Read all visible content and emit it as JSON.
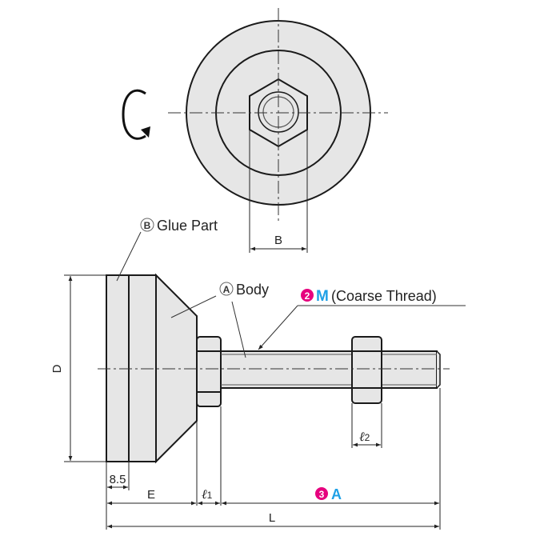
{
  "diagram": {
    "type": "mechanical-drawing",
    "subject": "Leveling mount (adjuster foot)",
    "top_view": {
      "rotation_icon": "rotation-arrow-icon",
      "dimension_B": "B"
    },
    "side_view": {
      "annotations": {
        "glue_part": {
          "marker": "B",
          "text": "Glue Part"
        },
        "body": {
          "marker": "A",
          "text": "Body"
        },
        "thread": {
          "marker": "2",
          "symbol": "M",
          "text": "(Coarse Thread)"
        }
      },
      "dimensions": {
        "D": "D",
        "glue_thickness": "8.5",
        "E": "E",
        "l1_symbol": "ℓ",
        "l1_sub": "1",
        "l2_symbol": "ℓ",
        "l2_sub": "2",
        "A_marker": "3",
        "A": "A",
        "L": "L"
      }
    },
    "colors": {
      "fill": "#e6e6e6",
      "outline": "#1a1a1a",
      "pink_marker": "#e6007e",
      "cyan_letter": "#1ea0e6"
    }
  }
}
